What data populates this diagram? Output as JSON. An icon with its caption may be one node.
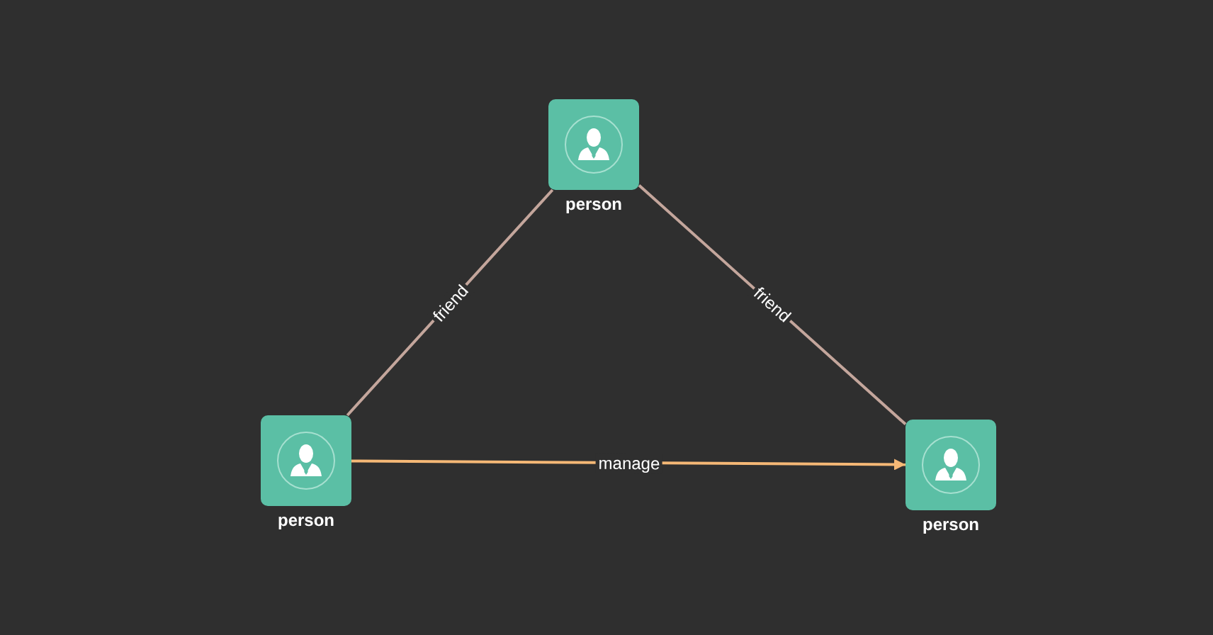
{
  "diagram": {
    "nodes": [
      {
        "text": [
          "person"
        ]
      },
      {
        "text": [
          "person"
        ]
      },
      {
        "text": [
          "person"
        ]
      }
    ],
    "edges": [
      {
        "from": 0,
        "to": 1,
        "arrow": "none",
        "label": "friend"
      },
      {
        "from": 0,
        "to": 2,
        "arrow": "none",
        "label": "friend"
      },
      {
        "from": 1,
        "to": 2,
        "arrow": "to",
        "label": "manage",
        "color": "#f5b876"
      }
    ]
  }
}
